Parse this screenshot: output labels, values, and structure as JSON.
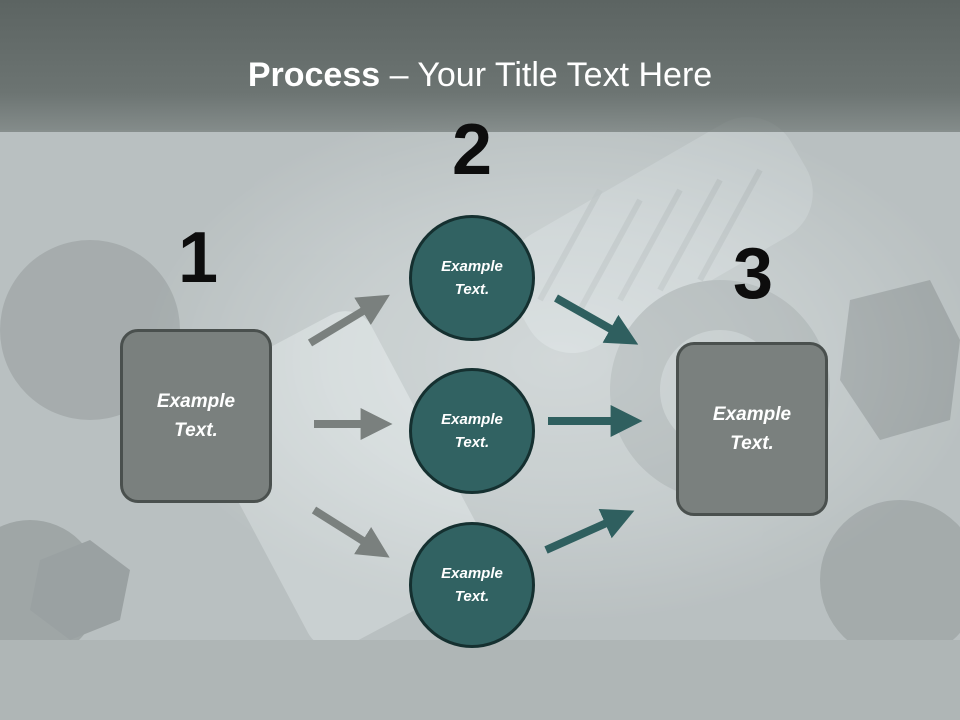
{
  "title": {
    "bold": "Process",
    "rest": " – Your Title Text Here"
  },
  "steps": [
    {
      "number": "1",
      "text": "Example Text."
    },
    {
      "number": "2",
      "items": [
        "Example Text.",
        "Example Text.",
        "Example Text."
      ]
    },
    {
      "number": "3",
      "text": "Example Text."
    }
  ],
  "colors": {
    "title_band": "#636b69",
    "box_fill": "#7a807e",
    "circle_fill": "#316262",
    "arrow_gray": "#7a807e",
    "arrow_teal": "#2f5f5f"
  }
}
